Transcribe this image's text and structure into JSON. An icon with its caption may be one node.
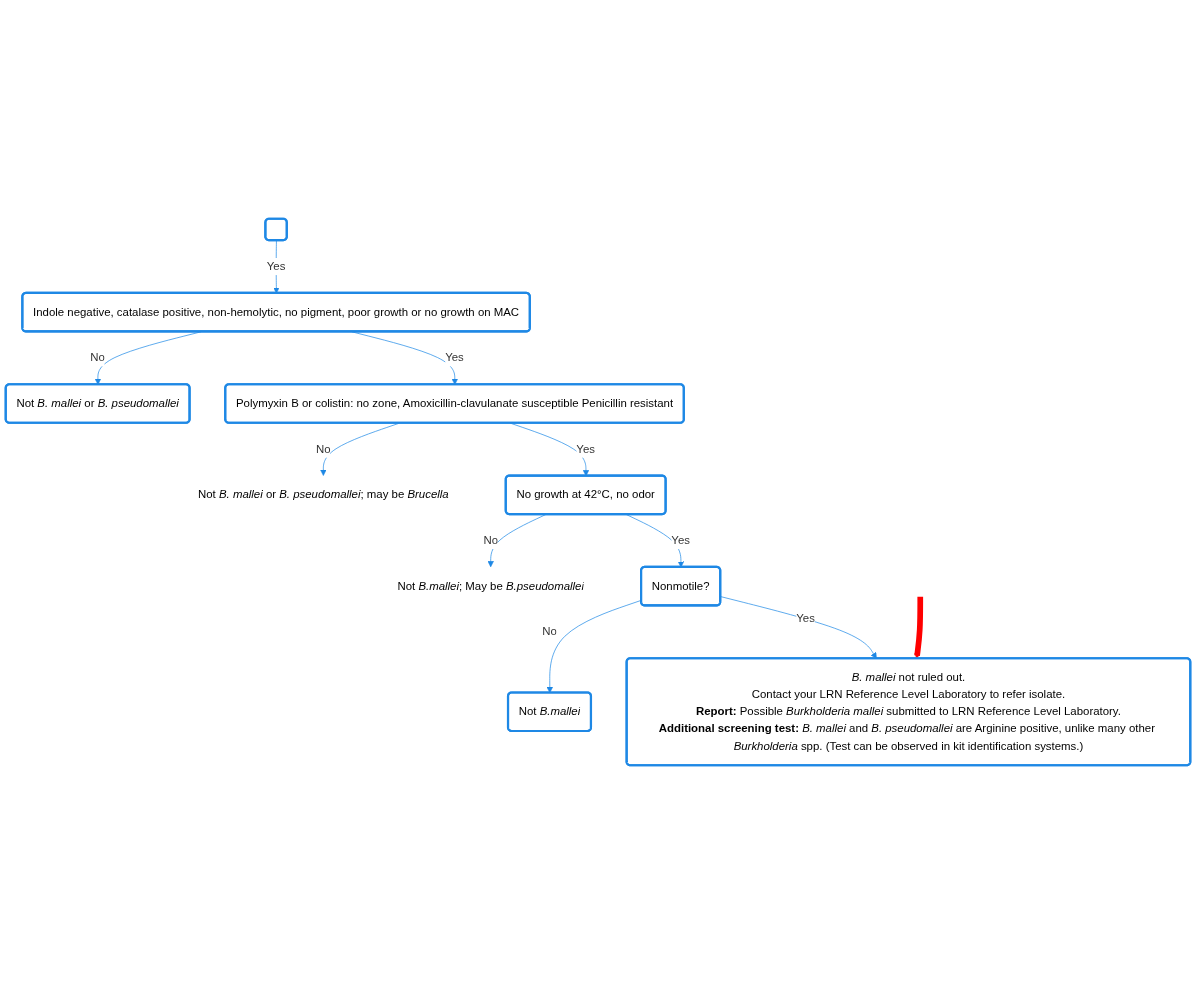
{
  "diagram": {
    "nodes": [
      {
        "text": [],
        "shape": "box"
      },
      {
        "text": [
          "Indole negative, catalase positive, non-hemolytic, no pigment, poor growth or no growth on MAC"
        ]
      },
      {
        "text": [
          "Not *B. mallei* or *B. pseudomallei*"
        ]
      },
      {
        "text": [
          "Polymyxin B or colistin: no zone, Amoxicillin-clavulanate susceptible Penicillin resistant"
        ]
      },
      {
        "text": [
          "Not *B. mallei* or *B. pseudomallei*; may be *Brucella*"
        ]
      },
      {
        "text": [
          "No growth at 42°C, no odor"
        ]
      },
      {
        "text": [
          "Not *B.mallei*; May be *B.pseudomallei*"
        ]
      },
      {
        "text": [
          "Nonmotile?"
        ]
      },
      {
        "text": [
          "Not *B.mallei*"
        ]
      },
      {
        "text": [
          "*B. mallei* not ruled out.",
          "Contact your LRN Reference Level Laboratory to refer isolate.",
          "**Report:** Possible *Burkholderia mallei* submitted to LRN Reference Level Laboratory.",
          "**Additional screening test:** *B. mallei* and *B. pseudomallei* are Arginine positive, unlike many other *Burkholderia* spp. (Test can be observed in kit identification systems.)"
        ]
      }
    ],
    "edges": [
      {
        "from": 0,
        "to": 1,
        "label": "Yes",
        "arrow": "to"
      },
      {
        "from": 1,
        "to": 2,
        "label": "No",
        "arrow": "to"
      },
      {
        "from": 1,
        "to": 3,
        "label": "Yes",
        "arrow": "to"
      },
      {
        "from": 3,
        "to": 4,
        "label": "No",
        "arrow": "to"
      },
      {
        "from": 3,
        "to": 5,
        "label": "Yes",
        "arrow": "to"
      },
      {
        "from": 5,
        "to": 6,
        "label": "No",
        "arrow": "to"
      },
      {
        "from": 5,
        "to": 7,
        "label": "Yes",
        "arrow": "to"
      },
      {
        "from": 7,
        "to": 8,
        "label": "No",
        "arrow": "to"
      },
      {
        "from": 7,
        "to": 9,
        "label": "Yes",
        "arrow": "to"
      },
      {
        "from": null,
        "to": 9,
        "arrow": "to",
        "style": "thick",
        "color": "#ff0000"
      }
    ]
  }
}
